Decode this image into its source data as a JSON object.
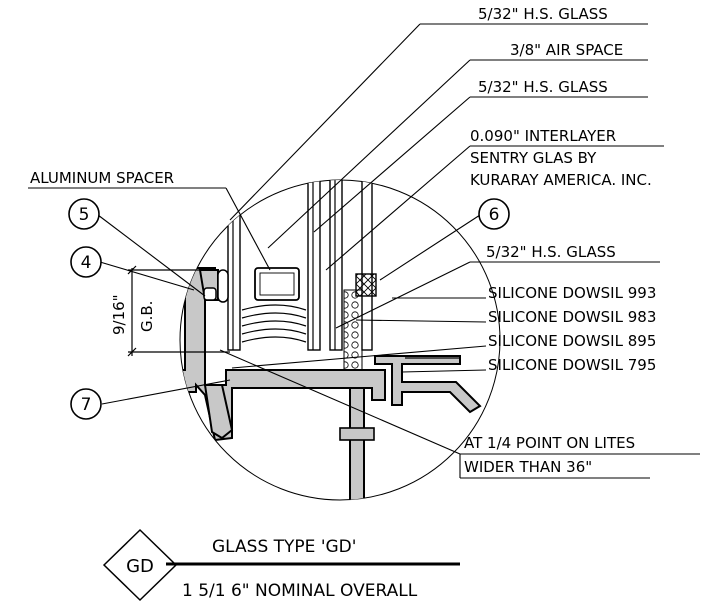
{
  "labels": {
    "glass_outer": "5/32\" H.S. GLASS",
    "air_space": "3/8\" AIR SPACE",
    "glass_middle": "5/32\" H.S. GLASS",
    "interlayer_1": "0.090\" INTERLAYER",
    "interlayer_2": "SENTRY GLAS BY",
    "interlayer_3": "KURARAY AMERICA. INC.",
    "aluminum_spacer": "ALUMINUM SPACER",
    "glass_inner": "5/32\" H.S. GLASS",
    "silicone_993": "SILICONE DOWSIL 993",
    "silicone_983": "SILICONE DOWSIL 983",
    "silicone_895": "SILICONE DOWSIL 895",
    "silicone_795": "SILICONE DOWSIL 795",
    "quarter_point_1": "AT 1/4 POINT ON LITES",
    "quarter_point_2": "WIDER THAN 36\"",
    "bite_dimension": "9/16\"",
    "bite_abbrev": "G.B."
  },
  "callouts": {
    "c4": "4",
    "c5": "5",
    "c6": "6",
    "c7": "7"
  },
  "title_block": {
    "tag": "GD",
    "title": "GLASS TYPE 'GD'",
    "subtitle": "1 5/1 6\" NOMINAL OVERALL"
  }
}
